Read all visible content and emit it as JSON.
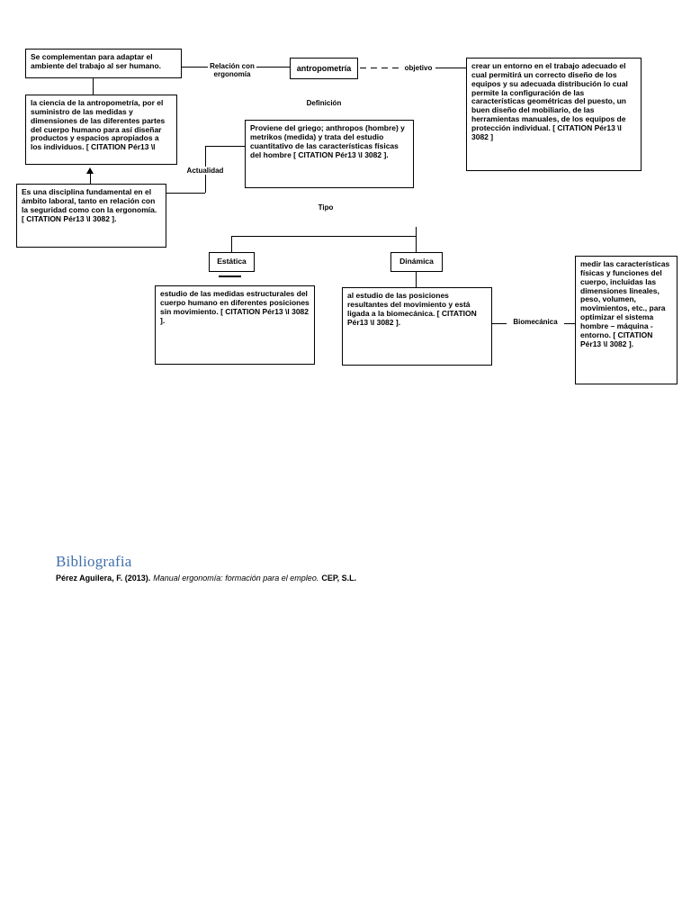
{
  "colors": {
    "line": "#000000",
    "text": "#000000",
    "heading_blue": "#3f6fad",
    "page_background": "#ffffff"
  },
  "nodes": {
    "complementan": "Se complementan para adaptar el ambiente del trabajo al ser humano.",
    "antropometria": "antropometría",
    "objetivo_desc": "crear un entorno en el trabajo adecuado el cual permitirá un correcto diseño de los equipos y su adecuada distribución lo cual permite la configuración de las características geométricas del puesto, un buen diseño del mobiliario, de las herramientas manuales, de los equipos de protección individual. [ CITATION Pér13 \\l 3082 ]",
    "ciencia": "la ciencia de la antropometría, por el suministro de las medidas y dimensiones de las diferentes partes del cuerpo humano para así diseñar productos y espacios apropiados a los individuos. [ CITATION Pér13 \\l",
    "proviene": "Proviene del griego; anthropos (hombre) y metrikos (medida) y trata del estudio cuantitativo de las características físicas del hombre [ CITATION Pér13 \\l 3082 ].",
    "disciplina": "Es una disciplina fundamental en el ámbito laboral, tanto en relación con la seguridad como con la ergonomía. [ CITATION Pér13 \\l 3082 ].",
    "estatica": "Estática",
    "dinamica": "Dinámica",
    "estatica_desc": "estudio de las medidas estructurales del cuerpo humano en diferentes posiciones sin movimiento. [ CITATION Pér13 \\l 3082 ].",
    "dinamica_desc": "al estudio de las posiciones resultantes del movimiento y está ligada a la biomecánica. [ CITATION Pér13 \\l 3082 ].",
    "medir": "medir las características físicas y funciones del cuerpo, incluidas las dimensiones lineales, peso, volumen, movimientos, etc., para optimizar el sistema hombre – máquina - entorno. [ CITATION Pér13 \\l 3082 ]."
  },
  "labels": {
    "relacion": "Relación con ergonomía",
    "objetivo": "objetivo",
    "definicion": "Definición",
    "actualidad": "Actualidad",
    "tipo": "Tipo",
    "biomecanica": "Biomecánica"
  },
  "bibliography": {
    "heading": "Bibliografia",
    "author": "Pérez Aguilera, F. (2013).",
    "title": "Manual ergonomía: formación para el empleo.",
    "publisher": "CEP, S.L."
  }
}
